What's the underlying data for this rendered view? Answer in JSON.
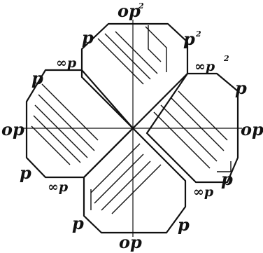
{
  "labels": {
    "top_op": "op",
    "top_op_sup": "2",
    "top_left_p": "p",
    "top_right_p": "p",
    "top_right_p_sup": "2",
    "upper_left_infp": "∞p",
    "upper_right_infp": "∞p",
    "upper_right_infp_sup": "2",
    "left_upper_p": "p",
    "right_upper_p": "p",
    "left_op": "op",
    "right_op": "op",
    "left_lower_p": "p",
    "right_lower_p": "p",
    "lower_left_infp": "∞p",
    "lower_right_infp": "∞p",
    "bottom_left_p": "p",
    "bottom_right_p": "p",
    "bottom_op": "op"
  }
}
